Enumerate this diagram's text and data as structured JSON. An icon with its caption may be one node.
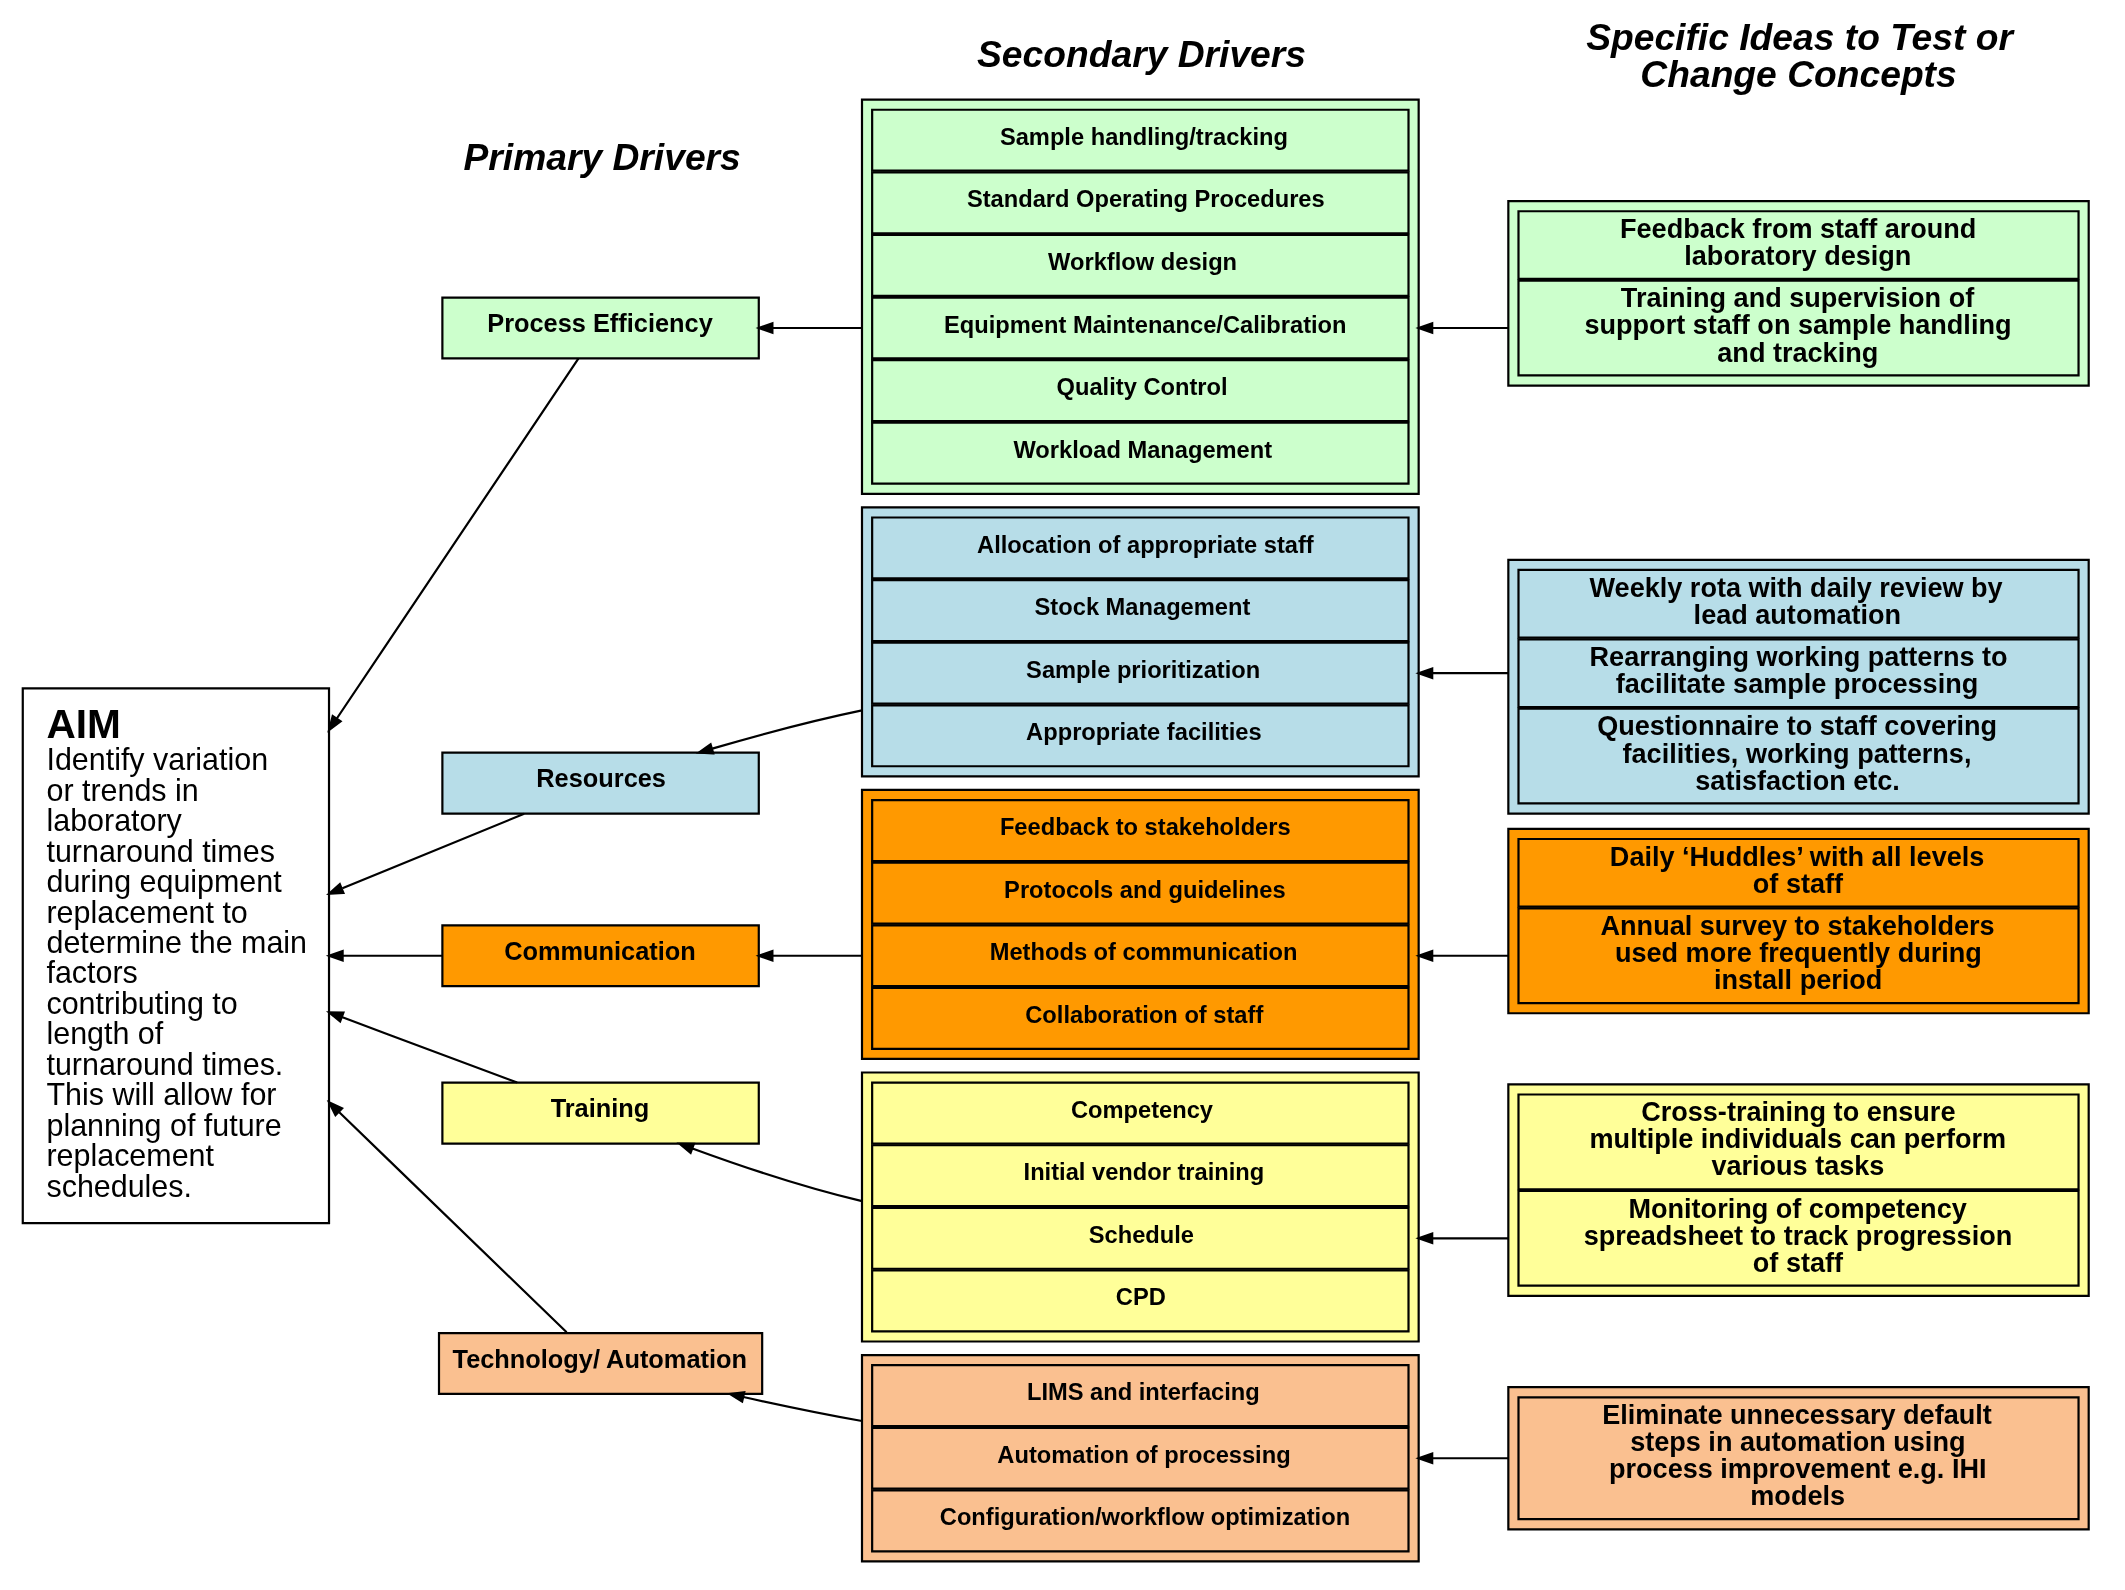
{
  "diagram": {
    "nodes": [
      {
        "text": [
          "AIM",
          "Identify variation or trends in laboratory turnaround times during equipment replacement to determine the main factors contributing to length of turnaround times. This will allow for planning of future replacement schedules."
        ]
      },
      {
        "text": [
          "Process Efficiency"
        ]
      },
      {
        "text": [],
        "shape": "box"
      },
      {
        "text": [
          "Sample handling/tracking"
        ],
        "in": 2
      },
      {
        "text": [
          "Standard Operating Procedures"
        ],
        "in": 2
      },
      {
        "text": [
          "Workflow design"
        ],
        "in": 2
      },
      {
        "text": [
          "Equipment Maintenance/Calibration"
        ],
        "in": 2
      },
      {
        "text": [
          "Quality Control"
        ],
        "in": 2
      },
      {
        "text": [
          "Workload Management"
        ],
        "in": 2
      },
      {
        "text": [],
        "shape": "box"
      },
      {
        "text": [
          "Feedback from staff around laboratory design"
        ],
        "in": 9
      },
      {
        "text": [
          "Training and supervision of support staff on sample handling and tracking"
        ],
        "in": 9
      },
      {
        "text": [
          "Resources"
        ]
      },
      {
        "text": [],
        "shape": "box"
      },
      {
        "text": [
          "Allocation of appropriate staff"
        ],
        "in": 13
      },
      {
        "text": [
          "Stock Management"
        ],
        "in": 13
      },
      {
        "text": [
          "Sample prioritization"
        ],
        "in": 13
      },
      {
        "text": [
          "Appropriate facilities"
        ],
        "in": 13
      },
      {
        "text": [],
        "shape": "box"
      },
      {
        "text": [
          "Weekly rota with daily review by lead automation"
        ],
        "in": 18
      },
      {
        "text": [
          "Rearranging working patterns to facilitate sample processing"
        ],
        "in": 18
      },
      {
        "text": [
          "Questionnaire to staff covering facilities, working patterns, satisfaction etc."
        ],
        "in": 18
      },
      {
        "text": [
          "Communication"
        ]
      },
      {
        "text": [],
        "shape": "box"
      },
      {
        "text": [
          "Feedback to stakeholders"
        ],
        "in": 23
      },
      {
        "text": [
          "Protocols and guidelines"
        ],
        "in": 23
      },
      {
        "text": [
          "Methods of communication"
        ],
        "in": 23
      },
      {
        "text": [
          "Collaboration of staff"
        ],
        "in": 23
      },
      {
        "text": [],
        "shape": "box"
      },
      {
        "text": [
          "Daily ‘Huddles’ with all levels of staff"
        ],
        "in": 28
      },
      {
        "text": [
          "Annual survey to stakeholders used more frequently during install period"
        ],
        "in": 28
      },
      {
        "text": [
          "Training"
        ]
      },
      {
        "text": [],
        "shape": "box"
      },
      {
        "text": [
          "Competency"
        ],
        "in": 32
      },
      {
        "text": [
          "Initial vendor training"
        ],
        "in": 32
      },
      {
        "text": [
          "Schedule"
        ],
        "in": 32
      },
      {
        "text": [
          "CPD"
        ],
        "in": 32
      },
      {
        "text": [],
        "shape": "box"
      },
      {
        "text": [
          "Cross-training to ensure multiple individuals can perform various tasks"
        ],
        "in": 37
      },
      {
        "text": [
          "Monitoring of competency spreadsheet to track progression of staff"
        ],
        "in": 37
      },
      {
        "text": [
          "Technology/ Automation"
        ]
      },
      {
        "text": [],
        "shape": "box"
      },
      {
        "text": [
          "LIMS and interfacing"
        ],
        "in": 41
      },
      {
        "text": [
          "Automation of processing"
        ],
        "in": 41
      },
      {
        "text": [
          "Configuration/workflow optimization"
        ],
        "in": 41
      },
      {
        "text": [],
        "shape": "box"
      },
      {
        "text": [
          "Eliminate unnecessary default steps in automation using process improvement e.g. IHI models"
        ],
        "in": 45
      }
    ],
    "edges": [
      {
        "from": 1,
        "to": 0,
        "arrow": "to"
      },
      {
        "from": 2,
        "to": 1,
        "arrow": "to"
      },
      {
        "from": 9,
        "to": 2,
        "arrow": "to"
      },
      {
        "from": 12,
        "to": 0,
        "arrow": "to"
      },
      {
        "from": 13,
        "to": 12,
        "arrow": "to"
      },
      {
        "from": 18,
        "to": 13,
        "arrow": "to"
      },
      {
        "from": 22,
        "to": 0,
        "arrow": "to"
      },
      {
        "from": 23,
        "to": 22,
        "arrow": "to"
      },
      {
        "from": 28,
        "to": 23,
        "arrow": "to"
      },
      {
        "from": 31,
        "to": 0,
        "arrow": "to"
      },
      {
        "from": 32,
        "to": 31,
        "arrow": "to"
      },
      {
        "from": 37,
        "to": 32,
        "arrow": "to"
      },
      {
        "from": 40,
        "to": 0,
        "arrow": "to"
      },
      {
        "from": 41,
        "to": 40,
        "arrow": "to"
      },
      {
        "from": 45,
        "to": 41,
        "arrow": "to"
      }
    ],
    "labels": [
      "Primary Drivers",
      "Secondary Drivers",
      "Specific Ideas to Test or Change Concepts"
    ]
  }
}
